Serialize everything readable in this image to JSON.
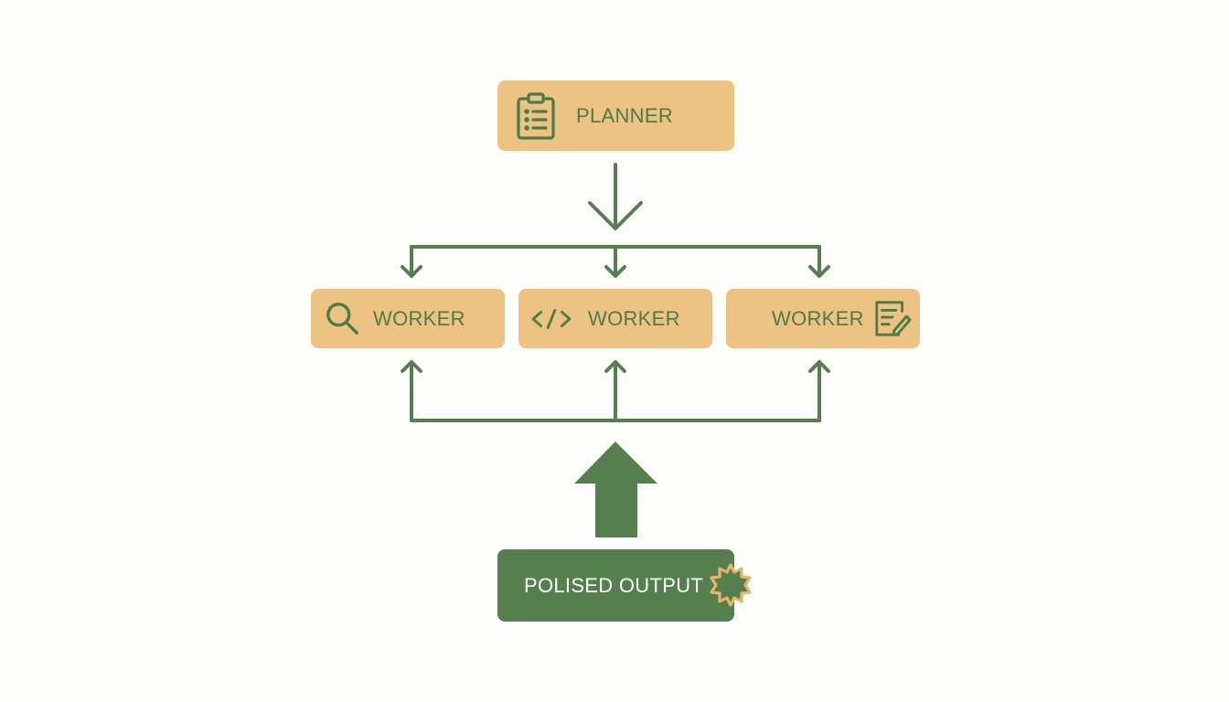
{
  "diagram": {
    "planner": {
      "label": "PLANNER",
      "icon": "clipboard-list-icon"
    },
    "workers": [
      {
        "label": "WORKER",
        "icon": "magnifier-icon"
      },
      {
        "label": "WORKER",
        "icon": "code-brackets-icon"
      },
      {
        "label": "WORKER",
        "icon": "document-edit-icon"
      }
    ],
    "output": {
      "label": "POLISED OUTPUT",
      "icon": "gear-icon"
    },
    "colors": {
      "agent_fill": "#ecc383",
      "accent_green": "#567f50",
      "label_green": "#4e7a4a",
      "output_text": "#ffffff",
      "gear_outline": "#e4b56a"
    }
  }
}
